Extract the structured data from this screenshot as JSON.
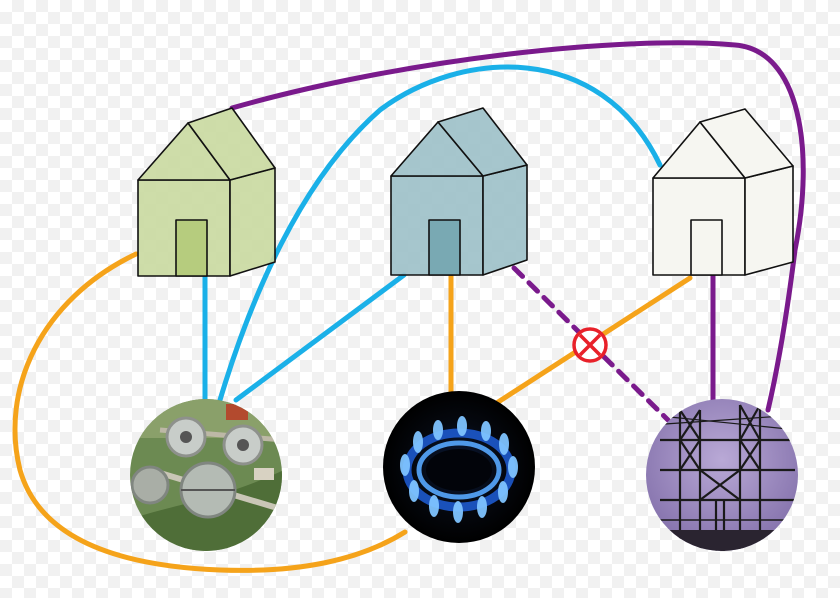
{
  "diagram": {
    "houses": [
      {
        "id": "house-left",
        "fill": "#c9d9a0",
        "door_fill": "#b6cc7e"
      },
      {
        "id": "house-middle",
        "fill": "#9cc0c8",
        "door_fill": "#79a9b3"
      },
      {
        "id": "house-right",
        "fill": "#f6f6f0",
        "door_fill": "#f6f6f0"
      }
    ],
    "utilities": [
      {
        "id": "water-treatment-plant",
        "icon": "water-treatment-icon"
      },
      {
        "id": "gas-burner",
        "icon": "gas-flame-icon"
      },
      {
        "id": "power-substation",
        "icon": "electricity-pylon-icon"
      }
    ],
    "line_colors": {
      "water": "#1ab0e8",
      "gas": "#f5a31a",
      "electricity": "#7a1a8c",
      "crossing_marker": "#e8212a"
    }
  }
}
